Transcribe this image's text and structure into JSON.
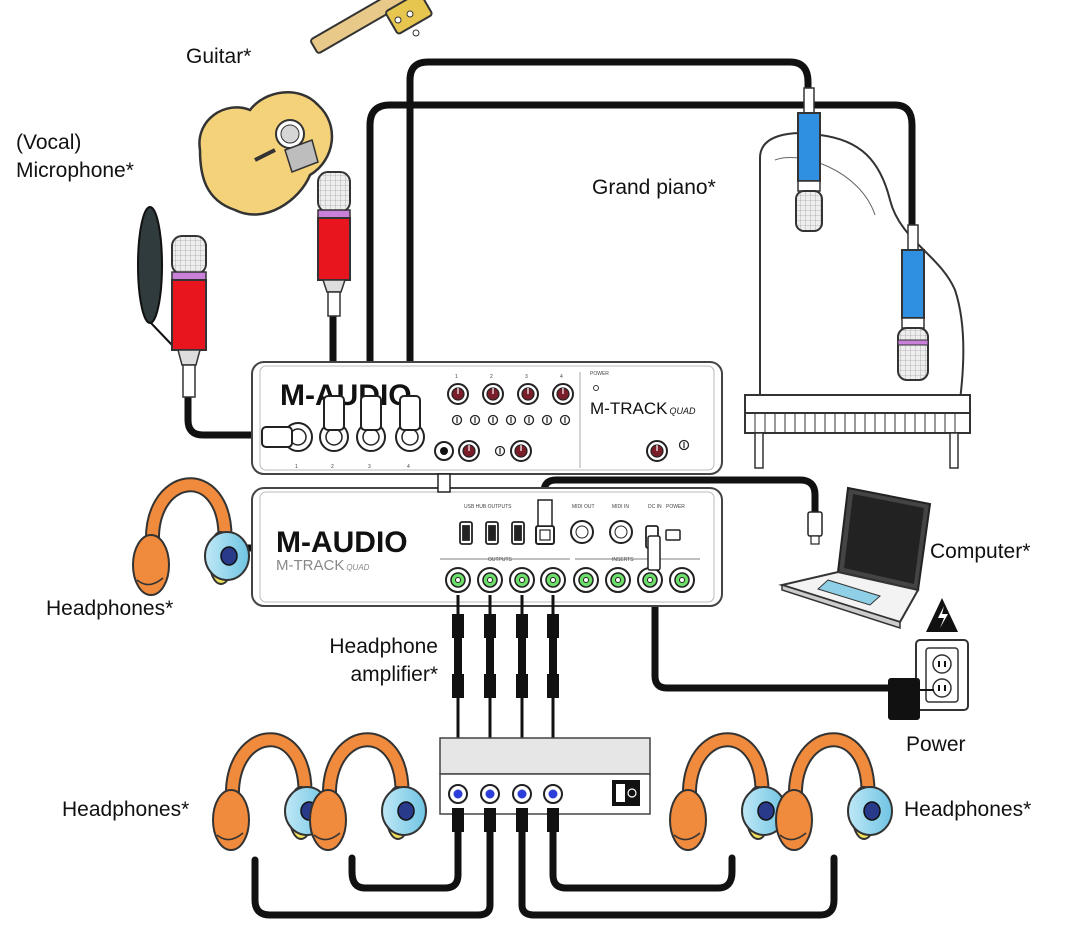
{
  "labels": {
    "guitar": "Guitar*",
    "mic_line1": "(Vocal)",
    "mic_line2": "Microphone*",
    "piano": "Grand piano*",
    "computer": "Computer*",
    "headphones_left": "Headphones*",
    "amp_line1": "Headphone",
    "amp_line2": "amplifier*",
    "power": "Power",
    "headphones_bottom_left": "Headphones*",
    "headphones_bottom_right": "Headphones*"
  },
  "front_panel": {
    "brand": "M-AUDIO",
    "model": "M-TRACK",
    "model_suffix": "QUAD",
    "power_label": "POWER",
    "channel_numbers": [
      "1",
      "2",
      "3",
      "4"
    ],
    "input_numbers": [
      "1",
      "2",
      "3",
      "4"
    ]
  },
  "rear_panel": {
    "brand": "M-AUDIO",
    "model": "M-TRACK",
    "model_suffix": "QUAD",
    "usb_hub_label": "USB HUB OUTPUTS",
    "midi_out": "MIDI OUT",
    "midi_in": "MIDI IN",
    "dc_in": "DC IN",
    "power": "POWER",
    "outputs": "OUTPUTS",
    "inserts": "INSERTS"
  },
  "colors": {
    "cable": "#111111",
    "headphone_band": "#f08a3c",
    "headphone_cup": "#8fd3ea",
    "mic_body_red": "#e8141e",
    "mic_body_blue": "#2f8fe0",
    "guitar_body": "#f3d27a",
    "jack_green": "#5fd35a",
    "knob_red": "#7a1e2a"
  }
}
